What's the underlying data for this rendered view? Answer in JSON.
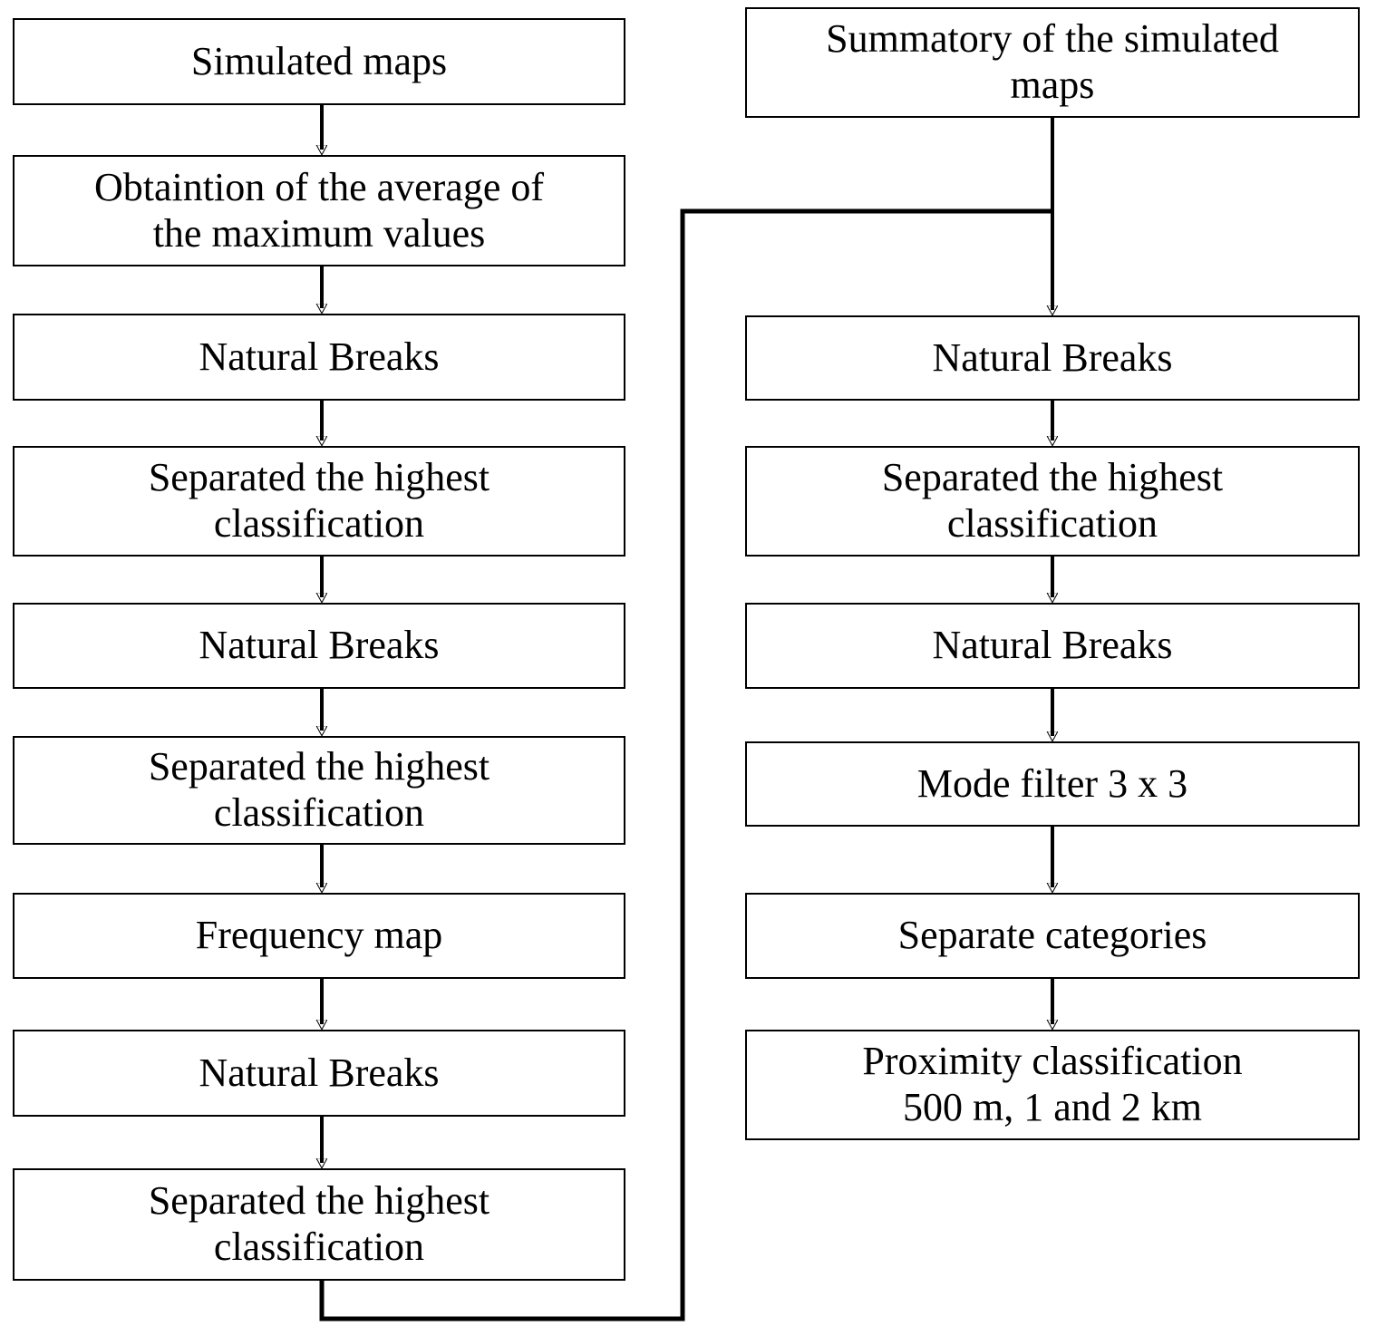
{
  "diagram": {
    "title": "Methodology flowchart for simulated map classification",
    "background_color": "#ffffff",
    "line_color": "#000000",
    "box_border_color": "#000000",
    "box_fill_color": "#ffffff",
    "text_color": "#000000"
  },
  "left_column": {
    "name": "Simulated maps branch",
    "nodes": [
      {
        "id": "L1",
        "label": "Simulated maps"
      },
      {
        "id": "L2",
        "label": "Obtaintion of the average of\nthe maximum values"
      },
      {
        "id": "L3",
        "label": "Natural Breaks"
      },
      {
        "id": "L4",
        "label": "Separated the highest\nclassification"
      },
      {
        "id": "L5",
        "label": "Natural Breaks"
      },
      {
        "id": "L6",
        "label": "Separated the highest\nclassification"
      },
      {
        "id": "L7",
        "label": "Frequency map"
      },
      {
        "id": "L8",
        "label": "Natural Breaks"
      },
      {
        "id": "L9",
        "label": "Separated the highest\nclassification"
      }
    ]
  },
  "right_column": {
    "name": "Summatory branch",
    "nodes": [
      {
        "id": "R1",
        "label": "Summatory of the simulated\nmaps"
      },
      {
        "id": "R2",
        "label": "Natural Breaks"
      },
      {
        "id": "R3",
        "label": "Separated the highest\nclassification"
      },
      {
        "id": "R4",
        "label": "Natural Breaks"
      },
      {
        "id": "R5",
        "label": "Mode filter 3 x 3"
      },
      {
        "id": "R6",
        "label": "Separate categories"
      },
      {
        "id": "R7",
        "label": "Proximity classification\n500 m, 1 and 2 km"
      }
    ]
  },
  "edges": [
    {
      "from": "L1",
      "to": "L2",
      "type": "arrow-down"
    },
    {
      "from": "L2",
      "to": "L3",
      "type": "arrow-down"
    },
    {
      "from": "L3",
      "to": "L4",
      "type": "arrow-down"
    },
    {
      "from": "L4",
      "to": "L5",
      "type": "arrow-down"
    },
    {
      "from": "L5",
      "to": "L6",
      "type": "arrow-down"
    },
    {
      "from": "L6",
      "to": "L7",
      "type": "arrow-down"
    },
    {
      "from": "L7",
      "to": "L8",
      "type": "arrow-down"
    },
    {
      "from": "L8",
      "to": "L9",
      "type": "arrow-down"
    },
    {
      "from": "R1",
      "to": "R2",
      "type": "arrow-down"
    },
    {
      "from": "R2",
      "to": "R3",
      "type": "arrow-down"
    },
    {
      "from": "R3",
      "to": "R4",
      "type": "arrow-down"
    },
    {
      "from": "R4",
      "to": "R5",
      "type": "arrow-down"
    },
    {
      "from": "R5",
      "to": "R6",
      "type": "arrow-down"
    },
    {
      "from": "R6",
      "to": "R7",
      "type": "arrow-down"
    },
    {
      "from": "L9",
      "to": "R2",
      "type": "feedback-elbow",
      "note": "routes down, right, up and joins the Summatory to Natural Breaks connector"
    }
  ]
}
